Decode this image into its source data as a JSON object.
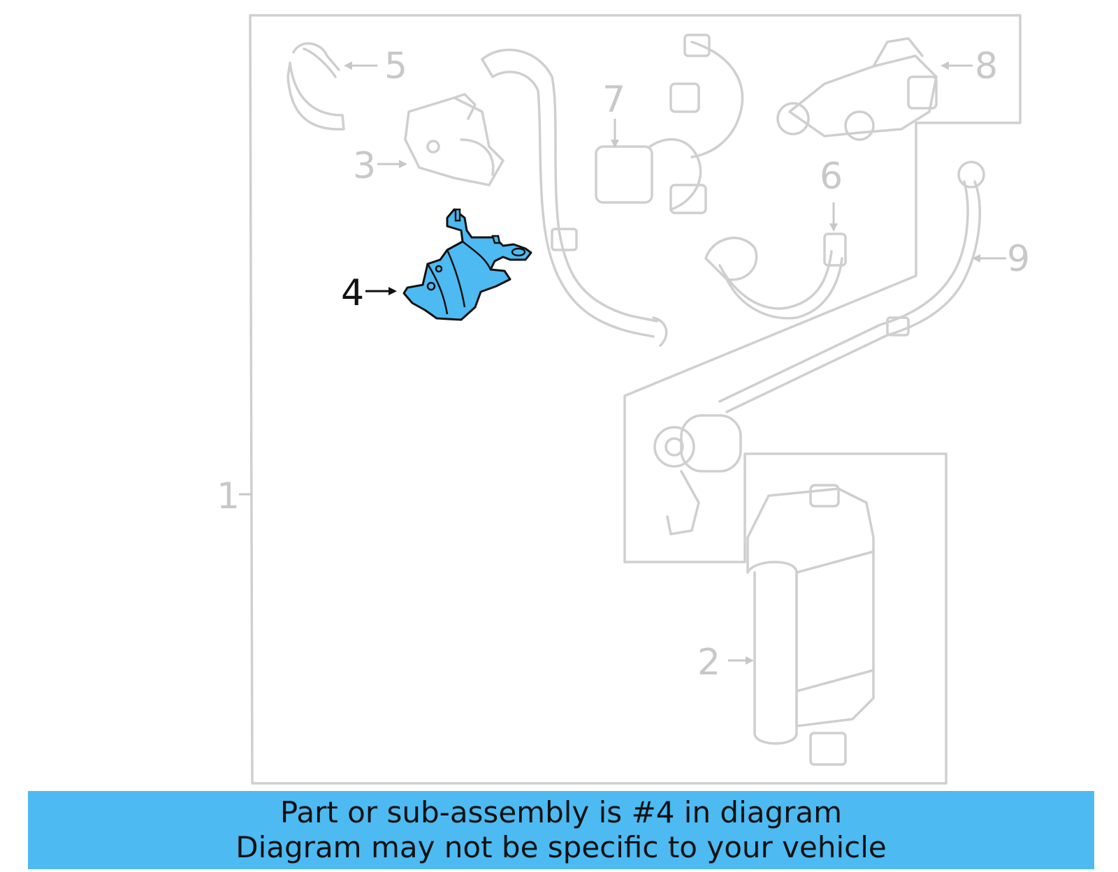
{
  "diagram": {
    "callouts": [
      {
        "id": "1",
        "label": "1"
      },
      {
        "id": "2",
        "label": "2"
      },
      {
        "id": "3",
        "label": "3"
      },
      {
        "id": "4",
        "label": "4"
      },
      {
        "id": "5",
        "label": "5"
      },
      {
        "id": "6",
        "label": "6"
      },
      {
        "id": "7",
        "label": "7"
      },
      {
        "id": "8",
        "label": "8"
      },
      {
        "id": "9",
        "label": "9"
      }
    ],
    "highlighted_part": "4",
    "colors": {
      "highlight_fill": "#4dbaf2",
      "outline_dim": "#cfcfcf",
      "banner": "#4dbaf2"
    }
  },
  "banner": {
    "line1": "Part or sub-assembly is #4 in diagram",
    "line2": "Diagram may not be specific to your vehicle"
  }
}
